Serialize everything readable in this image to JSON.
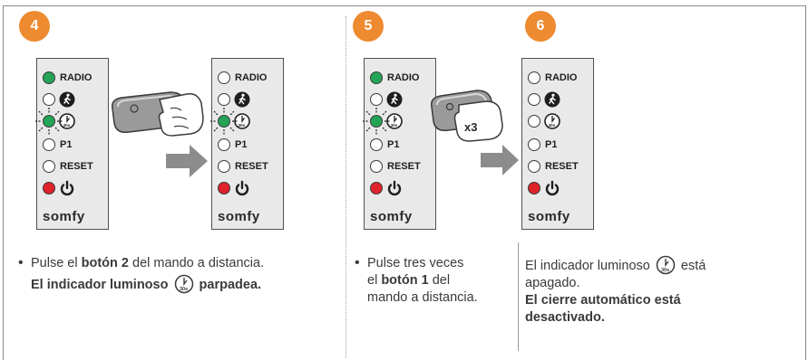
{
  "steps": [
    {
      "number": "4"
    },
    {
      "number": "5"
    },
    {
      "number": "6"
    }
  ],
  "panel": {
    "radio_label": "RADIO",
    "p1_label": "P1",
    "reset_label": "RESET",
    "logo_text": "somfy",
    "timer_caption": "30s"
  },
  "remote_badge": "x3",
  "text_step4": {
    "bullet": "•",
    "line1_pre": "Pulse el ",
    "line1_bold": "botón 2",
    "line1_post": " del mando a distancia.",
    "line2_pre": "El indicador luminoso",
    "line2_post": "parpadea."
  },
  "text_step5": {
    "bullet": "•",
    "line1": "Pulse tres veces",
    "line2_pre": "el ",
    "line2_bold": "botón 1",
    "line2_post": " del",
    "line3": "mando a distancia."
  },
  "text_step6": {
    "line1_pre": "El indicador luminoso",
    "line1_post": "está",
    "line2": "apagado.",
    "line3": "El cierre automático está",
    "line4": "desactivado."
  },
  "colors": {
    "badge": "#ee8a2f",
    "led_green": "#24a456",
    "led_red": "#e0232b",
    "arrow": "#8c8c8c",
    "panel_bg": "#e9e9e9"
  },
  "icons": [
    "pedestrian-icon",
    "timer-30s-icon",
    "power-icon",
    "hand-remote-icon",
    "arrow-right-icon"
  ]
}
